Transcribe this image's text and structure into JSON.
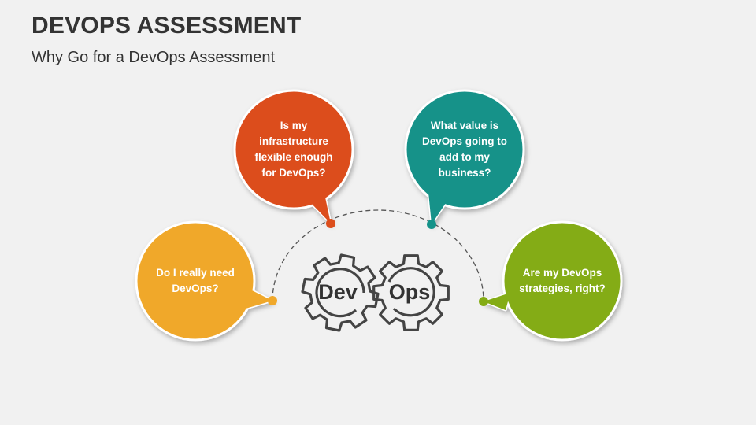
{
  "header": {
    "title": "DEVOPS ASSESSMENT",
    "subtitle": "Why Go for a DevOps Assessment"
  },
  "gears": {
    "left_label": "Dev",
    "right_label": "Ops",
    "icon": "gears-icon"
  },
  "bubbles": [
    {
      "text": "Do I really need DevOps?",
      "color": "#f0a82a"
    },
    {
      "text": "Is my infrastructure flexible enough for DevOps?",
      "color": "#dc4e1c"
    },
    {
      "text": "What value is DevOps going to add to my business?",
      "color": "#149289"
    },
    {
      "text": "Are my DevOps strategies, right?",
      "color": "#84ac14"
    }
  ],
  "colors": {
    "title": "#333333",
    "arc": "#555555",
    "background": "#f1f1f1"
  }
}
